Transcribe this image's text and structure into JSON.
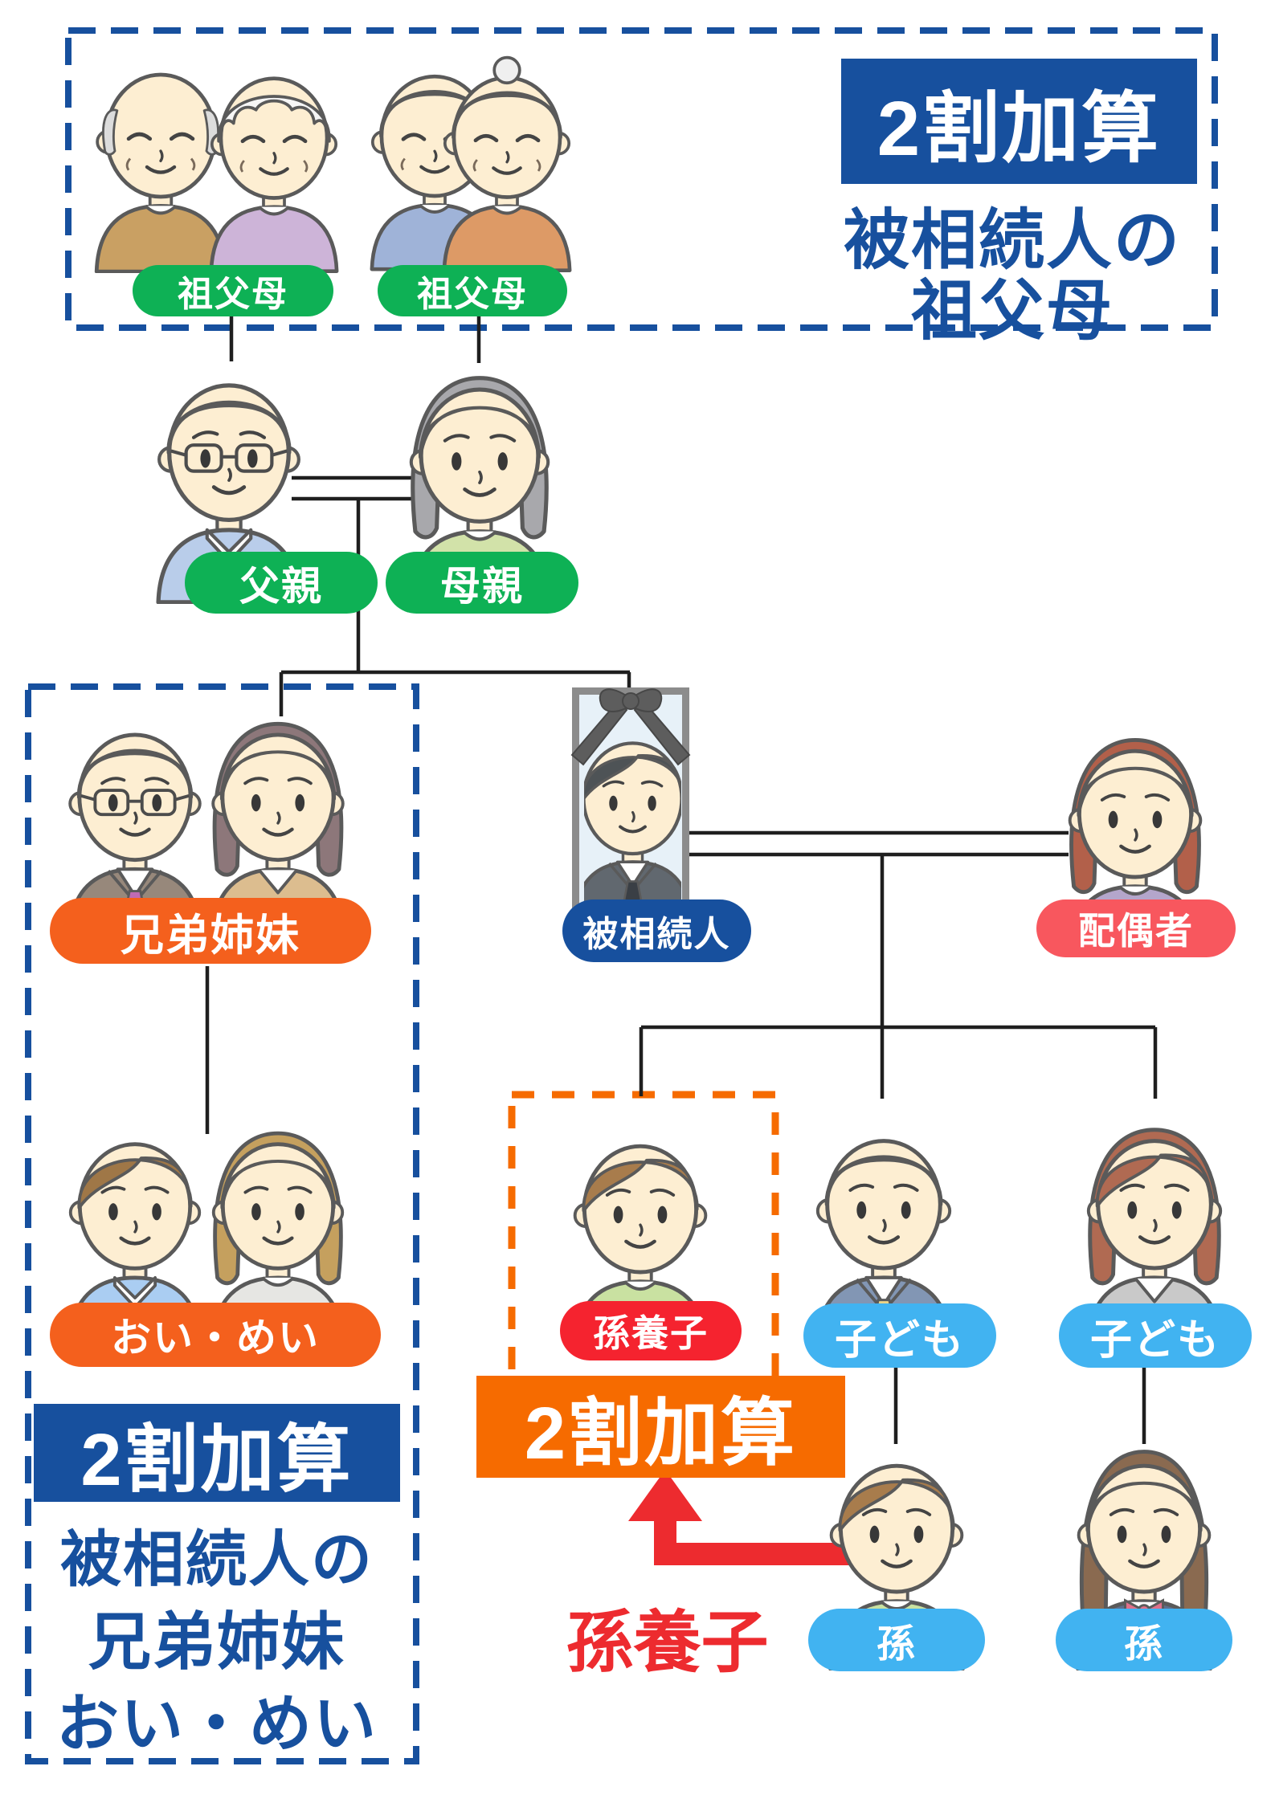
{
  "title": "相続税2割加算の対象者の家系図",
  "colors": {
    "navy": "#17509e",
    "green": "#0eb155",
    "orange": "#f4601d",
    "orange_bright": "#f66b00",
    "red": "#f5232f",
    "coral": "#f8575e",
    "blue": "#41b3f1",
    "arrow_red": "#ed2b2f",
    "line": "#1f1f1f"
  },
  "top_box": {
    "badge": "2割加算",
    "line1": "被相続人の",
    "line2": "祖父母"
  },
  "left_box": {
    "badge": "2割加算",
    "line1": "被相続人の",
    "line2": "兄弟姉妹",
    "line3": "おい・めい"
  },
  "center_callout": {
    "badge": "2割加算",
    "arrow_label": "孫養子"
  },
  "labels": {
    "grandparents_a": "祖父母",
    "grandparents_b": "祖父母",
    "father": "父親",
    "mother": "母親",
    "siblings": "兄弟姉妹",
    "nephew_niece": "おい・めい",
    "deceased": "被相続人",
    "spouse": "配偶者",
    "adopted_grandchild": "孫養子",
    "child_a": "子ども",
    "child_b": "子ども",
    "grandchild_a": "孫",
    "grandchild_b": "孫"
  },
  "avatars": {
    "grandfather_a": {
      "hair": "bald",
      "hairColor": "#dcdcdc",
      "shirt": "#c9a063",
      "elderly": true
    },
    "grandmother_a": {
      "hair": "curly",
      "hairColor": "#f6f6f6",
      "shirt": "#cdb4d8",
      "elderly": true
    },
    "grandfather_b": {
      "hair": "cap",
      "hairColor": "#e4e4e4",
      "shirt": "#9fb3d8",
      "elderly": true
    },
    "grandmother_b": {
      "hair": "bun",
      "hairColor": "#efefef",
      "shirt": "#dd9a66",
      "elderly": true
    },
    "father": {
      "hair": "cap",
      "hairColor": "#c6c9cf",
      "shirt": "#b9cdea",
      "collar": "shirt",
      "glasses": true
    },
    "mother": {
      "hair": "bob",
      "hairColor": "#a8a8ac",
      "shirt": "#d2e2a9",
      "collar": "round"
    },
    "sibling_brother": {
      "hair": "cap",
      "hairColor": "#8f8b84",
      "shirt": "#97887b",
      "collar": "suit",
      "tie": "#c06bb3",
      "glasses": true
    },
    "sibling_sister": {
      "hair": "bob",
      "hairColor": "#8d777a",
      "shirt": "#dcbd8f",
      "collar": "v"
    },
    "nephew": {
      "hair": "side",
      "hairColor": "#9f7747",
      "shirt": "#aacdf2",
      "collar": "shirt"
    },
    "niece": {
      "hair": "bob",
      "hairColor": "#c5a05e",
      "shirt": "#e6e6e3",
      "collar": "round"
    },
    "deceased": {
      "hair": "side",
      "hairColor": "#4e5356",
      "shirt": "#61686f",
      "collar": "suit",
      "tie": "#3a3f45"
    },
    "spouse": {
      "hair": "bob",
      "hairColor": "#b2604a",
      "shirt": "#b4a6cb",
      "collar": "round"
    },
    "adopted_grandson": {
      "hair": "side",
      "hairColor": "#a87c4c",
      "shirt": "#c9e1a1",
      "collar": "round"
    },
    "child_son": {
      "hair": "cap",
      "hairColor": "#3c3c3c",
      "shirt": "#8296b4",
      "collar": "suit",
      "tie": "#ecd488"
    },
    "child_daughter": {
      "hair": "side_bob",
      "hairColor": "#b06a52",
      "shirt": "#c9c9c9",
      "collar": "v"
    },
    "grandson": {
      "hair": "side",
      "hairColor": "#a87c4c",
      "shirt": "#c9e1a1",
      "collar": "round"
    },
    "granddaughter": {
      "hair": "long",
      "hairColor": "#8a6a50",
      "shirt": "#5f6f8e",
      "collar": "v",
      "bow": "#e0708a"
    }
  }
}
